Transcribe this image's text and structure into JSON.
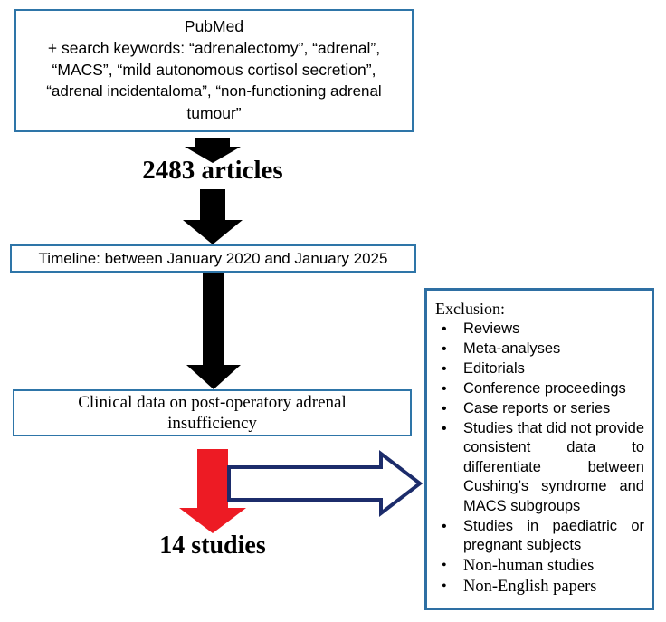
{
  "diagram": {
    "title": "PubMed literature search flow diagram",
    "colors": {
      "box_border": "#2E75A8",
      "exclusion_border": "#2E6FA3",
      "black_arrow": "#000000",
      "red_arrow": "#ED1B24",
      "hollow_arrow_outline": "#1C2C6B",
      "hollow_arrow_fill": "#FFFFFF",
      "background": "#FFFFFF",
      "text": "#000000"
    }
  },
  "pubmed_box": {
    "lines": [
      "PubMed",
      "+ search keywords: “adrenalectomy”, “adrenal”,",
      "“MACS”, “mild autonomous cortisol secretion”,",
      "“adrenal incidentaloma”, “non-functioning adrenal",
      "tumour”"
    ]
  },
  "articles_label": "2483 articles",
  "timeline_box": {
    "text": "Timeline: between January 2020 and January 2025"
  },
  "clinical_box": {
    "lines": [
      "Clinical data on post-operatory adrenal",
      "insufficiency"
    ]
  },
  "studies_label": "14 studies",
  "exclusion_box": {
    "title": "Exclusion:",
    "bullet_glyph": "•",
    "items": [
      "Reviews",
      "Meta-analyses",
      "Editorials",
      "Conference proceedings",
      "Case reports or series",
      "Studies that did not provide consistent data to differentiate between Cushing’s syndrome and MACS subgroups",
      "Studies in paediatric or pregnant subjects",
      "Non-human studies",
      "Non-English papers"
    ]
  }
}
